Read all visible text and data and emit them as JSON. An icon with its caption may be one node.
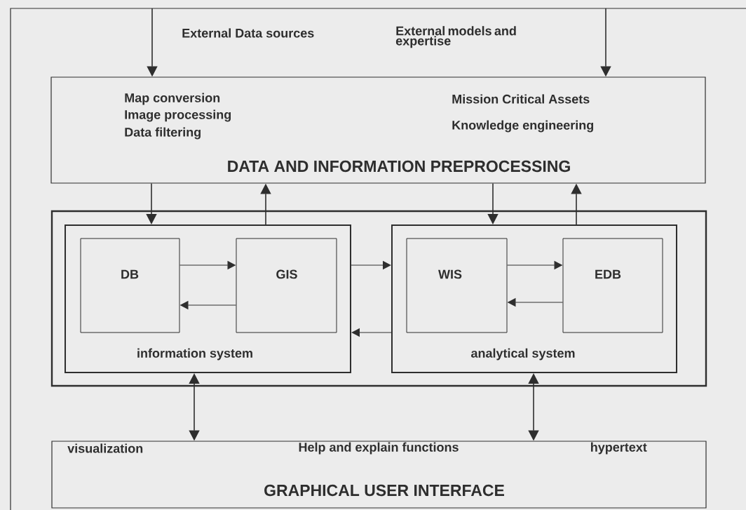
{
  "diagram": {
    "nodes": [
      {
        "text": [
          "Map conversion",
          "Image processing",
          "Data filtering",
          "Mission Critical Assets",
          "Knowledge engineering",
          "DATA AND INFORMATION PREPROCESSING"
        ]
      },
      {
        "text": [],
        "shape": "box"
      },
      {
        "text": [
          "information system"
        ],
        "in": 1
      },
      {
        "text": [
          "DB"
        ],
        "in": 2
      },
      {
        "text": [
          "GIS"
        ],
        "in": 2
      },
      {
        "text": [
          "analytical system"
        ],
        "in": 1
      },
      {
        "text": [
          "WIS"
        ],
        "in": 5
      },
      {
        "text": [
          "EDB"
        ],
        "in": 5
      },
      {
        "text": [
          "visualization",
          "Help and explain functions",
          "hypertext",
          "GRAPHICAL USER INTERFACE"
        ]
      }
    ],
    "edges": [
      {
        "from": null,
        "to": 0,
        "arrow": "to"
      },
      {
        "from": null,
        "to": 0,
        "arrow": "to"
      },
      {
        "from": 0,
        "to": 2,
        "arrow": "to"
      },
      {
        "from": 2,
        "to": 0,
        "arrow": "to"
      },
      {
        "from": 0,
        "to": 5,
        "arrow": "to"
      },
      {
        "from": 5,
        "to": 0,
        "arrow": "to"
      },
      {
        "from": 3,
        "to": 4,
        "arrow": "to"
      },
      {
        "from": 4,
        "to": 3,
        "arrow": "to"
      },
      {
        "from": 2,
        "to": 5,
        "arrow": "to"
      },
      {
        "from": 5,
        "to": 2,
        "arrow": "to"
      },
      {
        "from": 6,
        "to": 7,
        "arrow": "to"
      },
      {
        "from": 7,
        "to": 6,
        "arrow": "to"
      },
      {
        "from": 2,
        "to": 8,
        "arrow": "both"
      },
      {
        "from": 5,
        "to": 8,
        "arrow": "both"
      }
    ],
    "labels": [
      "External Data sources",
      "External models and expertise"
    ]
  }
}
